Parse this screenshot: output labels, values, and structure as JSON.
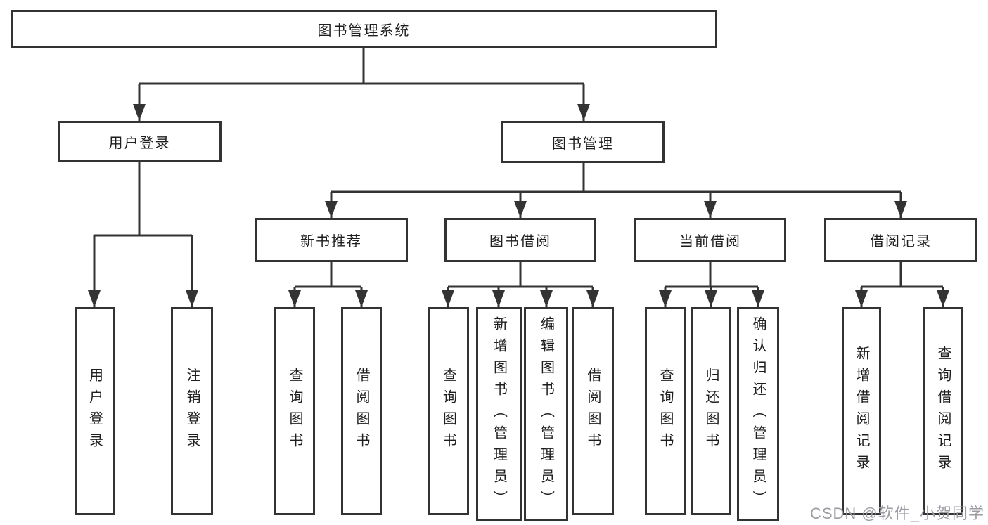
{
  "watermark": "CSDN @软件_小贺同学",
  "tree": {
    "root": "图书管理系统",
    "branches": [
      {
        "label": "用户登录",
        "leaves": [
          "用户登录",
          "注销登录"
        ]
      },
      {
        "label": "图书管理",
        "groups": [
          {
            "label": "新书推荐",
            "leaves": [
              "查询图书",
              "借阅图书"
            ]
          },
          {
            "label": "图书借阅",
            "leaves": [
              "查询图书",
              "新增图书（管理员）",
              "编辑图书（管理员）",
              "借阅图书"
            ]
          },
          {
            "label": "当前借阅",
            "leaves": [
              "查询图书",
              "归还图书",
              "确认归还（管理员）"
            ]
          },
          {
            "label": "借阅记录",
            "leaves": [
              "新增借阅记录",
              "查询借阅记录"
            ]
          }
        ]
      }
    ]
  },
  "colors": {
    "line": "#333333",
    "text": "#1e1e1e",
    "watermark": "#9c9ca4",
    "background": "#ffffff"
  }
}
